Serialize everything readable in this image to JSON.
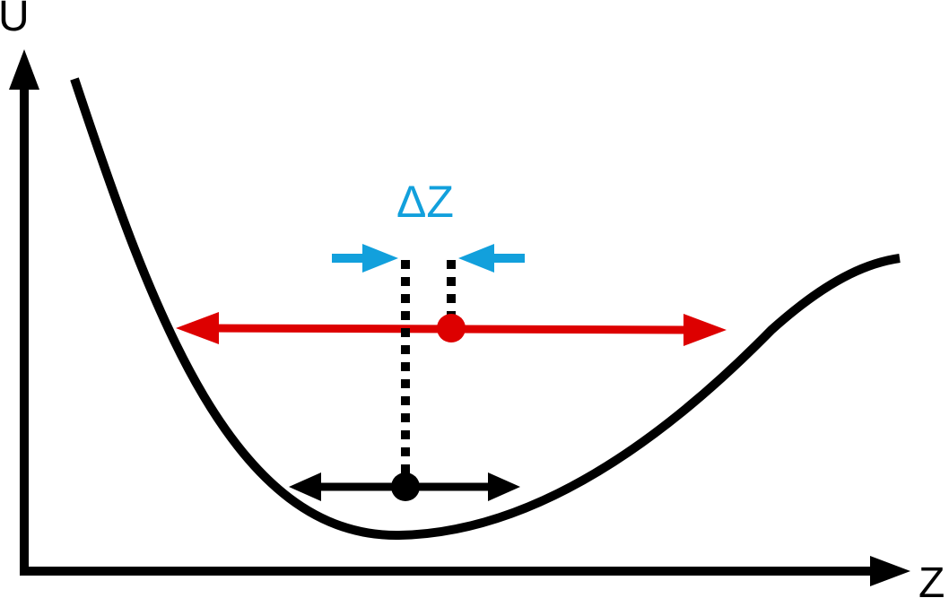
{
  "axes": {
    "y_label": "U",
    "x_label": "Z"
  },
  "annotation": {
    "delta_label": "ΔZ"
  },
  "colors": {
    "curve": "#000000",
    "axes": "#000000",
    "ground_state": "#000000",
    "excited_state": "#dd0000",
    "shift": "#12a0dc"
  }
}
